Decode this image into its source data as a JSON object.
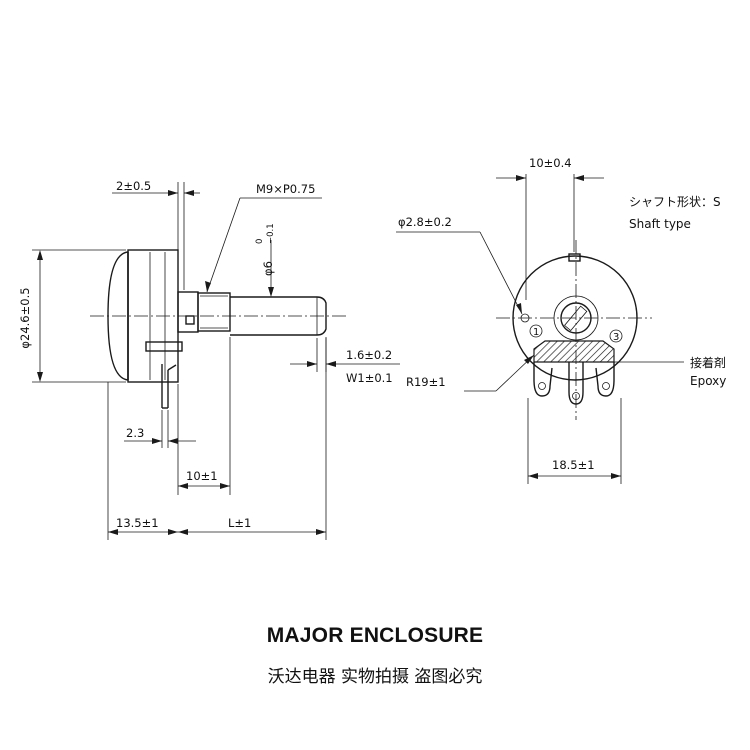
{
  "side_view": {
    "dims": {
      "pin_thickness": "2±0.5",
      "thread": "M9×P0.75",
      "shaft_dia_base": "φ6",
      "shaft_dia_upper": "0",
      "shaft_dia_lower": "−0.1",
      "body_diameter": "φ24.6±0.5",
      "slot_depth": "1.6±0.2",
      "slot_width": "W1±0.1",
      "terminal_offset": "2.3",
      "bushing_length": "10±1",
      "body_depth": "13.5±1",
      "shaft_length": "L±1"
    }
  },
  "front_view": {
    "dims": {
      "top_width": "10±0.4",
      "pin_hole": "φ2.8±0.2",
      "radius": "R19±1",
      "terminal_span": "18.5±1"
    },
    "terminal_numbers": [
      "1",
      "2",
      "3"
    ],
    "shaft_type_label": "シャフト形状：S",
    "shaft_type_label_en": "Shaft type",
    "adhesive_label": "接着剤",
    "adhesive_label_en": "Epoxy"
  },
  "footer": {
    "title": "MAJOR ENCLOSURE",
    "subtitle": "沃达电器 实物拍摄 盗图必究"
  }
}
